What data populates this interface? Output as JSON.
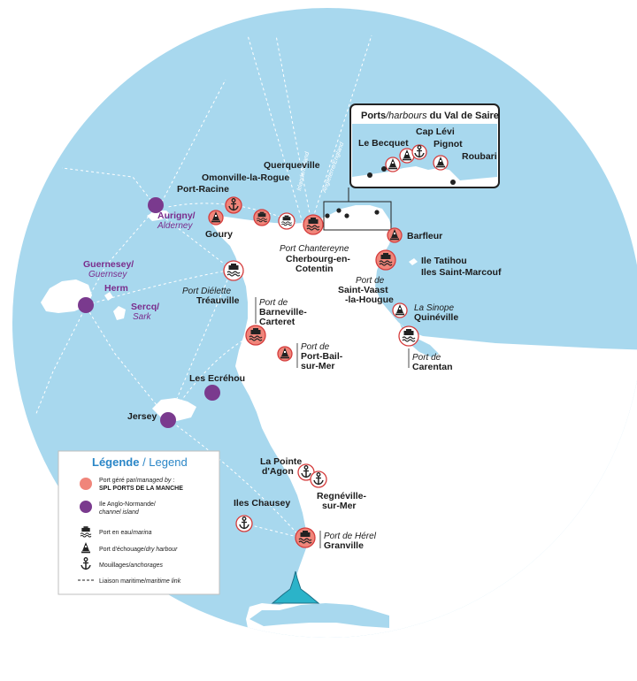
{
  "inset": {
    "title_a": "Ports",
    "title_b": "/harbours",
    "title_c": " du Val de Saire",
    "labels": [
      "Cap Lévi",
      "Le Becquet",
      "Pignot",
      "Roubari"
    ]
  },
  "routes": {
    "ireland": "Irlande/Ireland",
    "england": "Angleterre/England"
  },
  "places": {
    "querqueville": "Querqueville",
    "omonville": "Omonville-la-Rogue",
    "port_racine": "Port-Racine",
    "goury": "Goury",
    "cherbourg_it": "Port Chantereyne",
    "cherbourg_1": "Cherbourg-en-",
    "cherbourg_2": "Cotentin",
    "barfleur": "Barfleur",
    "tatihou": "Ile Tatihou",
    "saint_marcouf": "Iles Saint-Marcouf",
    "saint_vaast_it": "Port de",
    "saint_vaast_1": "Saint-Vaast",
    "saint_vaast_2": "-la-Hougue",
    "quineville_it": "La Sinope",
    "quineville": "Quinéville",
    "carentan_it": "Port de",
    "carentan": "Carentan",
    "dielette_it": "Port Diélette",
    "treauville": "Tréauville",
    "barneville_1": "Port de",
    "barneville_2": "Barneville-",
    "barneville_3": "Carteret",
    "portbail_it": "Port de",
    "portbail_1": "Port-Bail-",
    "portbail_2": "sur-Mer",
    "ecrehou": "Les Ecréhou",
    "jersey": "Jersey",
    "pointe_agon_1": "La Pointe",
    "pointe_agon_2": "d'Agon",
    "regneville_1": "Regnéville-",
    "regneville_2": "sur-Mer",
    "chausey": "Iles Chausey",
    "herel_it": "Port de Hérel",
    "granville": "Granville"
  },
  "islands": {
    "aurigny_1": "Aurigny/",
    "aurigny_2": "Alderney",
    "guernesey_1": "Guernesey/",
    "guernesey_2": "Guernsey",
    "herm": "Herm",
    "sercq_1": "Sercq/",
    "sercq_2": "Sark"
  },
  "legend": {
    "title_a": "Légende",
    "title_b": " / Legend",
    "managed_a": "Port géré par/",
    "managed_b": "managed by",
    "managed_c": " :",
    "managed_d": "SPL PORTS DE LA MANCHE",
    "island_a": "Ile Anglo-Normande/",
    "island_b": "channel island",
    "wet_a": "Port en eau/",
    "wet_b": "marina",
    "dry_a": "Port d'échouage/",
    "dry_b": "dry harbour",
    "anch_a": "Mouillages/",
    "anch_b": "anchorages",
    "link_a": "Liaison maritime/",
    "link_b": "maritime link"
  },
  "colors": {
    "sea": "#a8d8ee",
    "land": "#ffffff",
    "managed": "#f0857a",
    "island": "#7a3a8e",
    "accent": "#2a86c7",
    "mont": "#2bb3c9"
  }
}
